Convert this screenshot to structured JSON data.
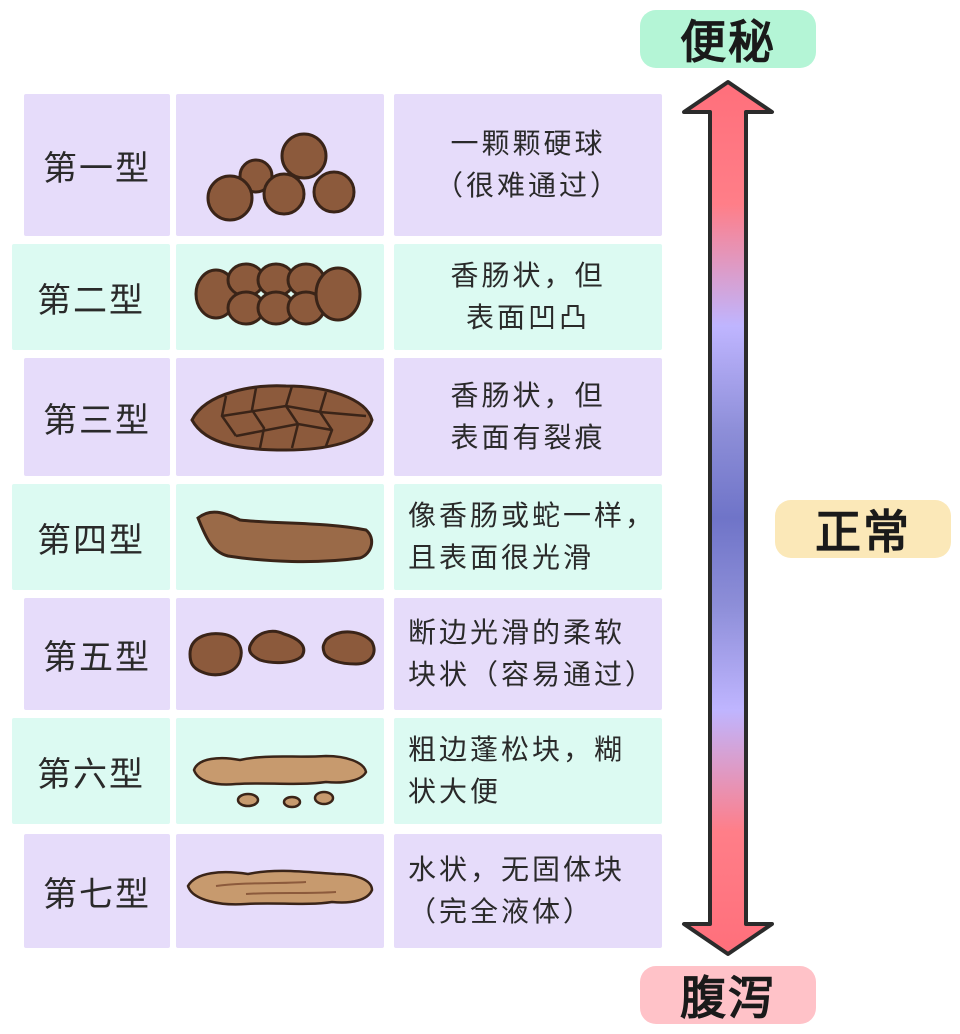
{
  "top_label": "便秘",
  "middle_label": "正常",
  "bottom_label": "腹泻",
  "colors": {
    "constipation_badge": "#b4f5d6",
    "normal_badge": "#fbe8b8",
    "diarrhea_badge": "#ffc2c8",
    "arrow_red": "#ff6f7b",
    "arrow_lavender": "#bfb5ff",
    "arrow_blue": "#6f74c8",
    "stool_dark": "#8c5a3c",
    "stool_light": "#c79a6e"
  },
  "rows": [
    {
      "type": "第一型",
      "desc": [
        "一颗颗硬球",
        "（很难通过）"
      ],
      "icon": "hard-lumps-icon"
    },
    {
      "type": "第二型",
      "desc": [
        "香肠状，但",
        "表面凹凸"
      ],
      "icon": "lumpy-sausage-icon"
    },
    {
      "type": "第三型",
      "desc": [
        "香肠状，但",
        "表面有裂痕"
      ],
      "icon": "cracked-sausage-icon"
    },
    {
      "type": "第四型",
      "desc": [
        "像香肠或蛇一样，",
        "且表面很光滑"
      ],
      "icon": "smooth-snake-icon"
    },
    {
      "type": "第五型",
      "desc": [
        "断边光滑的柔软",
        "块状（容易通过）"
      ],
      "icon": "soft-blobs-icon"
    },
    {
      "type": "第六型",
      "desc": [
        "粗边蓬松块，糊",
        "状大便"
      ],
      "icon": "mushy-pieces-icon"
    },
    {
      "type": "第七型",
      "desc": [
        "水状，无固体块",
        "（完全液体）"
      ],
      "icon": "watery-icon"
    }
  ]
}
